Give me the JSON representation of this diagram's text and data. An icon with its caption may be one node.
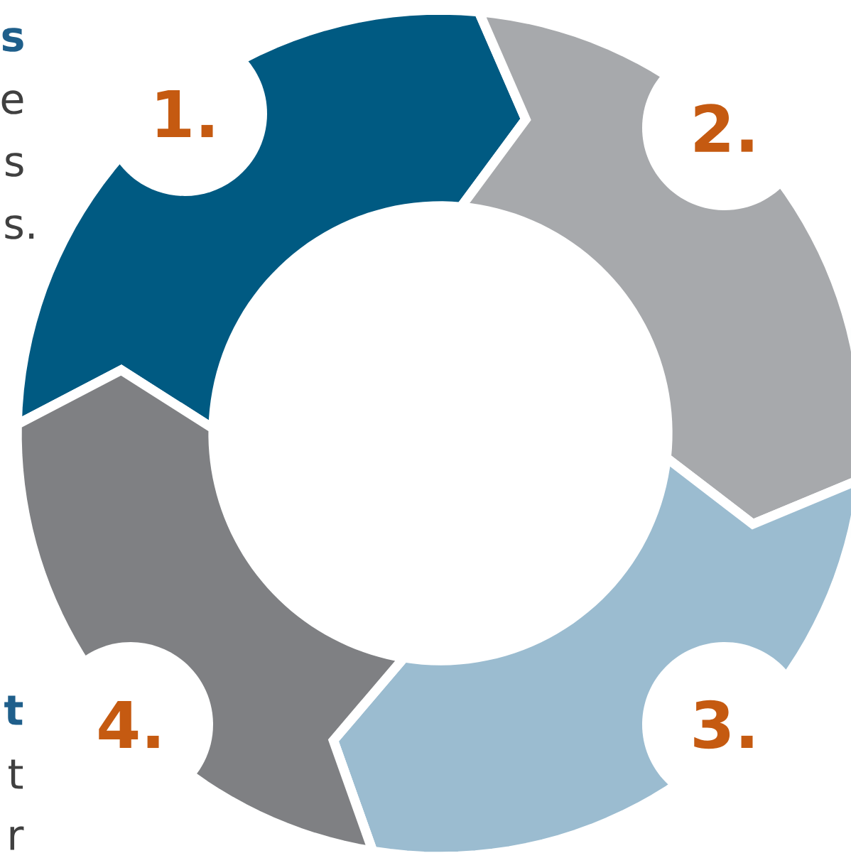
{
  "diagram": {
    "nodes": [
      {
        "text": [
          "1."
        ]
      },
      {
        "text": [
          "2."
        ]
      },
      {
        "text": [
          "3."
        ]
      },
      {
        "text": [
          "4."
        ]
      }
    ],
    "labels": [
      "s",
      "e",
      "s",
      "s.",
      "t",
      "t",
      "r"
    ]
  }
}
